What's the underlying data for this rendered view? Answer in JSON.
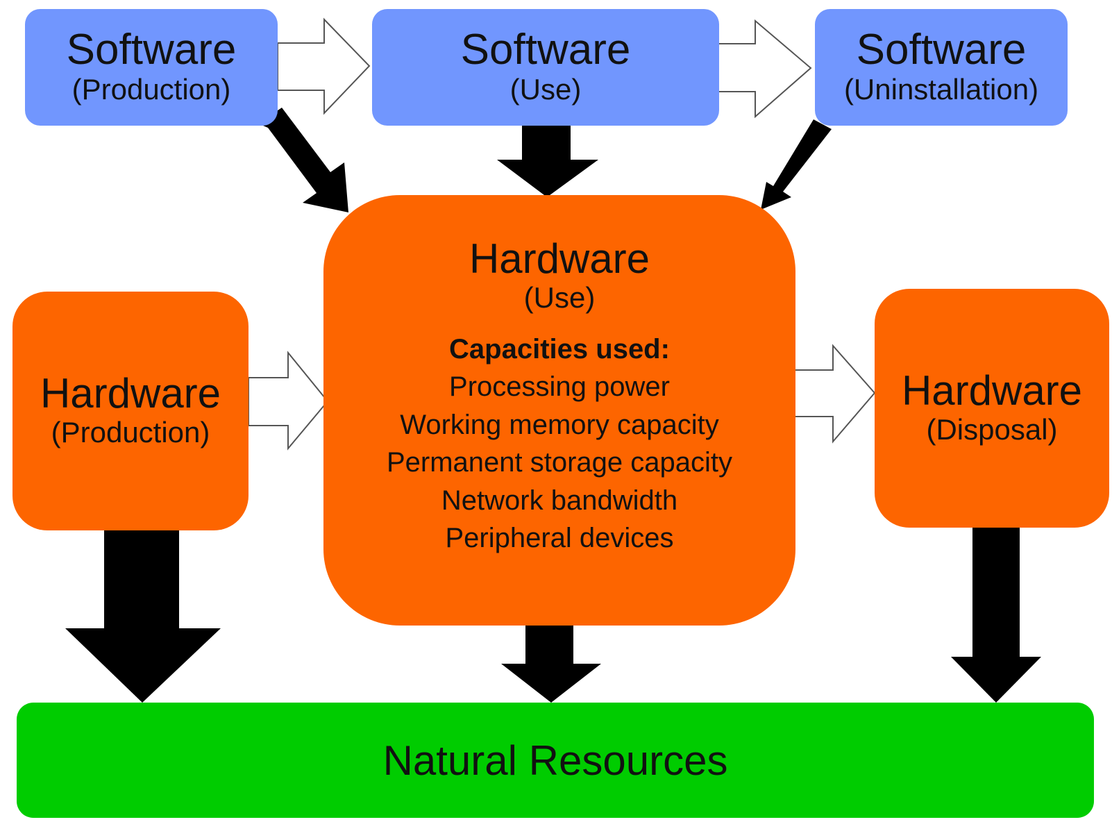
{
  "software": [
    {
      "title": "Software",
      "subtitle": "(Production)"
    },
    {
      "title": "Software",
      "subtitle": "(Use)"
    },
    {
      "title": "Software",
      "subtitle": "(Uninstallation)"
    }
  ],
  "hardware_production": {
    "title": "Hardware",
    "subtitle": "(Production)"
  },
  "hardware_use": {
    "title": "Hardware",
    "subtitle": "(Use)",
    "capacities_heading": "Capacities used:",
    "capacities": [
      "Processing power",
      "Working memory capacity",
      "Permanent storage capacity",
      "Network bandwidth",
      "Peripheral devices"
    ]
  },
  "hardware_disposal": {
    "title": "Hardware",
    "subtitle": "(Disposal)"
  },
  "natural_resources": {
    "label": "Natural Resources"
  },
  "colors": {
    "software": "#7196fe",
    "hardware": "#fd6500",
    "natural_resources": "#00cc00",
    "impact_arrow": "#000000",
    "flow_arrow": "#ffffff"
  }
}
